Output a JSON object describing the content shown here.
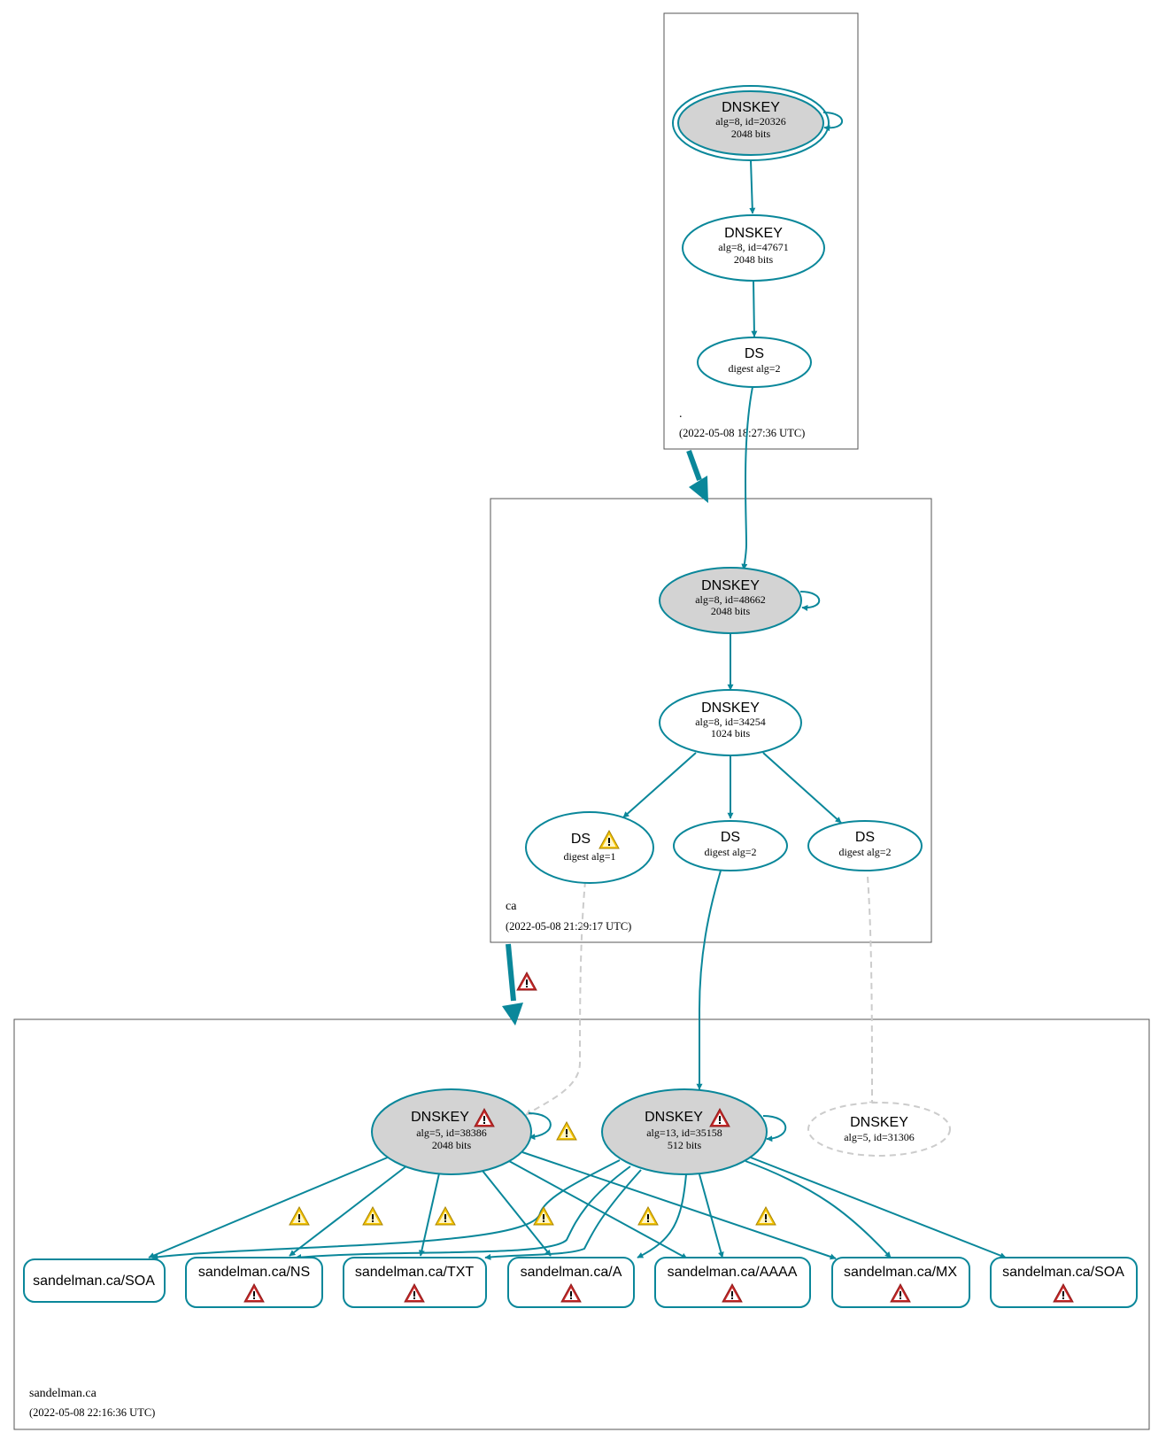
{
  "zones": {
    "root": {
      "name": ".",
      "timestamp": "(2022-05-08 18:27:36 UTC)"
    },
    "ca": {
      "name": "ca",
      "timestamp": "(2022-05-08 21:29:17 UTC)"
    },
    "sandelman": {
      "name": "sandelman.ca",
      "timestamp": "(2022-05-08 22:16:36 UTC)"
    }
  },
  "nodes": {
    "root_ksk": {
      "title": "DNSKEY",
      "line1": "alg=8, id=20326",
      "line2": "2048 bits"
    },
    "root_zsk": {
      "title": "DNSKEY",
      "line1": "alg=8, id=47671",
      "line2": "2048 bits"
    },
    "root_ds": {
      "title": "DS",
      "line1": "digest alg=2"
    },
    "ca_ksk": {
      "title": "DNSKEY",
      "line1": "alg=8, id=48662",
      "line2": "2048 bits"
    },
    "ca_zsk": {
      "title": "DNSKEY",
      "line1": "alg=8, id=34254",
      "line2": "1024 bits"
    },
    "ca_ds1": {
      "title": "DS",
      "line1": "digest alg=1"
    },
    "ca_ds2": {
      "title": "DS",
      "line1": "digest alg=2"
    },
    "ca_ds3": {
      "title": "DS",
      "line1": "digest alg=2"
    },
    "sd_key1": {
      "title": "DNSKEY",
      "line1": "alg=5, id=38386",
      "line2": "2048 bits"
    },
    "sd_key2": {
      "title": "DNSKEY",
      "line1": "alg=13, id=35158",
      "line2": "512 bits"
    },
    "sd_key3": {
      "title": "DNSKEY",
      "line1": "alg=5, id=31306"
    }
  },
  "rrsets": [
    "sandelman.ca/SOA",
    "sandelman.ca/NS",
    "sandelman.ca/TXT",
    "sandelman.ca/A",
    "sandelman.ca/AAAA",
    "sandelman.ca/MX",
    "sandelman.ca/SOA"
  ],
  "colors": {
    "edge": "#0a879a",
    "missing_edge": "#cccccc",
    "secure_entry_point_fill": "#d3d3d3",
    "error_icon": "#c62828",
    "warning_icon": "#f5c400"
  },
  "icons": {
    "error": "error-triangle-icon",
    "warning": "warning-triangle-icon"
  }
}
